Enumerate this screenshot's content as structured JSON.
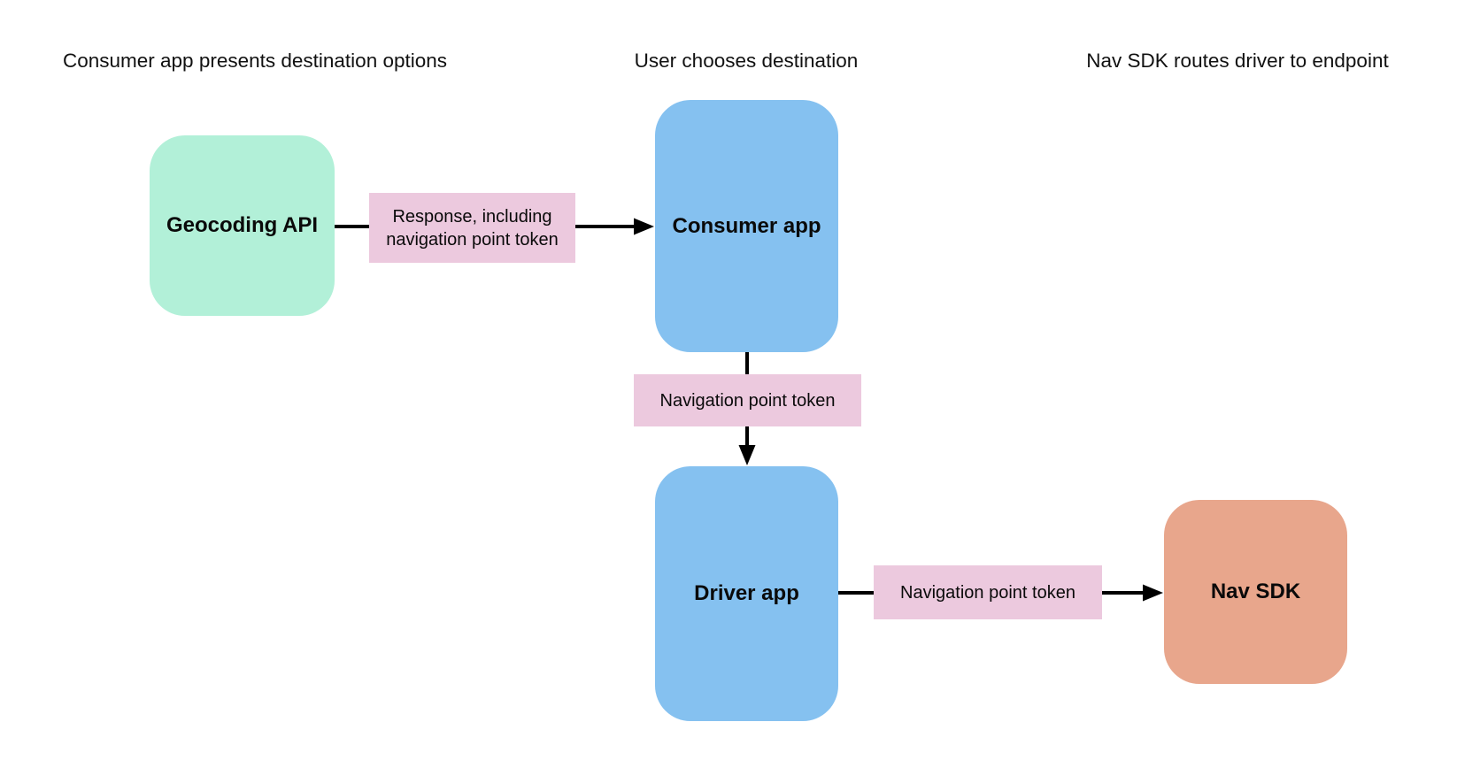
{
  "canvas": {
    "background": "#ffffff"
  },
  "headers": [
    {
      "label": "Consumer app presents destination options"
    },
    {
      "label": "User chooses destination"
    },
    {
      "label": "Nav SDK routes driver to endpoint"
    }
  ],
  "nodes": {
    "geocoding_api": {
      "label": "Geocoding API",
      "color": "#b2f0d8"
    },
    "consumer_app": {
      "label": "Consumer app",
      "color": "#85c1f0"
    },
    "driver_app": {
      "label": "Driver app",
      "color": "#85c1f0"
    },
    "nav_sdk": {
      "label": "Nav SDK",
      "color": "#e8a68c"
    }
  },
  "edge_labels": {
    "response": {
      "label": "Response, including navigation point token",
      "color": "#ecc9de"
    },
    "token_mid": {
      "label": "Navigation point token",
      "color": "#ecc9de"
    },
    "token_right": {
      "label": "Navigation point token",
      "color": "#ecc9de"
    }
  },
  "edges": [
    {
      "from": "geocoding_api",
      "to": "consumer_app",
      "label": "Response, including navigation point token"
    },
    {
      "from": "consumer_app",
      "to": "driver_app",
      "label": "Navigation point token"
    },
    {
      "from": "driver_app",
      "to": "nav_sdk",
      "label": "Navigation point token"
    }
  ],
  "arrow_color": "#000000"
}
